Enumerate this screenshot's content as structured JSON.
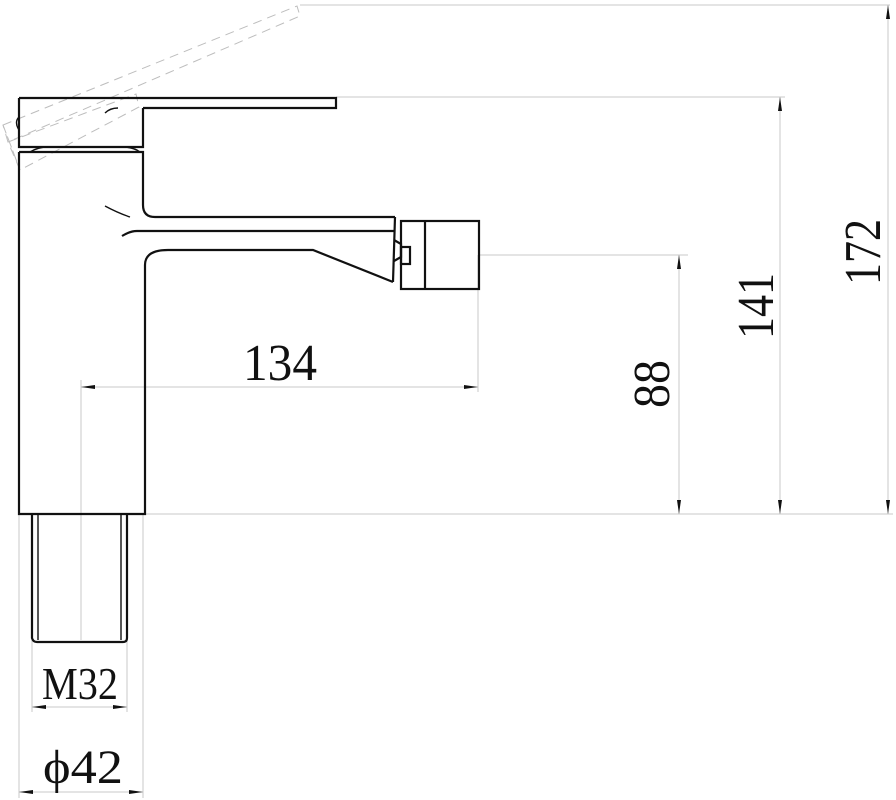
{
  "drawing": {
    "subject": "Bidet mixer tap side elevation",
    "line_color": "#111111",
    "dimension_line_color": "#c8c8c8",
    "background": "#ffffff"
  },
  "dimensions": {
    "spout_reach": {
      "label": "134",
      "value": 134,
      "unit": "mm",
      "orientation": "horizontal"
    },
    "spout_height": {
      "label": "88",
      "value": 88,
      "unit": "mm",
      "orientation": "vertical"
    },
    "body_height": {
      "label": "141",
      "value": 141,
      "unit": "mm",
      "orientation": "vertical"
    },
    "overall_height": {
      "label": "172",
      "value": 172,
      "unit": "mm",
      "orientation": "vertical"
    },
    "thread": {
      "label": "M32",
      "unit": "mm",
      "orientation": "horizontal"
    },
    "base_diameter": {
      "label": "ϕ42",
      "value": 42,
      "unit": "mm",
      "orientation": "horizontal"
    }
  }
}
